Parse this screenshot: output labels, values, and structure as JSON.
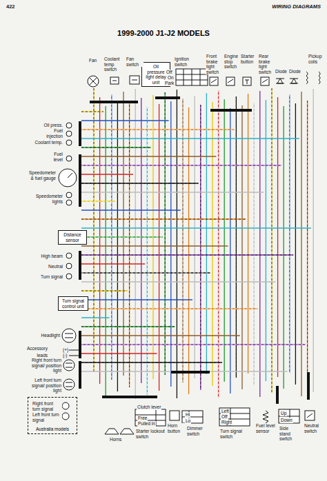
{
  "diagram": {
    "title": "1999-2000 J1-J2 MODELS",
    "nodes": [
      {
        "text": [
          "Oil pressure light delay unit"
        ]
      },
      {
        "text": [
          "Distance sensor"
        ]
      },
      {
        "text": [
          "Turn signal control unit"
        ]
      },
      {
        "text": [
          "Australia models"
        ]
      }
    ],
    "labels": [
      "422",
      "WIRING DIAGRAMS",
      "Fan",
      "Coolant temp switch",
      "Fan switch",
      "Ignition switch",
      "Off",
      "On",
      "Park",
      "Front brake light switch",
      "Engine stop switch",
      "Starter button",
      "Rear brake light switch",
      "Diode",
      "Diode",
      "Pickup coils",
      "Oil press.",
      "Fuel injection",
      "Coolant temp.",
      "Fuel level",
      "Speedometer & fuel gauge",
      "Speedometer lights",
      "High beam",
      "Neutral",
      "Turn signal",
      "Headlight",
      "Accessory",
      "(+)",
      "leads",
      "(-)",
      "Right front turn signal/ position light",
      "Left front turn signal/ position light",
      "Right front turn signal",
      "Left front turn signal",
      "Horns",
      "Clutch lever",
      "Free",
      "Pulled in",
      "Starter lockout switch",
      "Horn button",
      "Hi",
      "Lo",
      "Dimmer switch",
      "Left",
      "Off",
      "Right",
      "Turn signal switch",
      "Fuel level sensor",
      "Up",
      "Down",
      "Side stand switch",
      "Neutral switch"
    ]
  }
}
